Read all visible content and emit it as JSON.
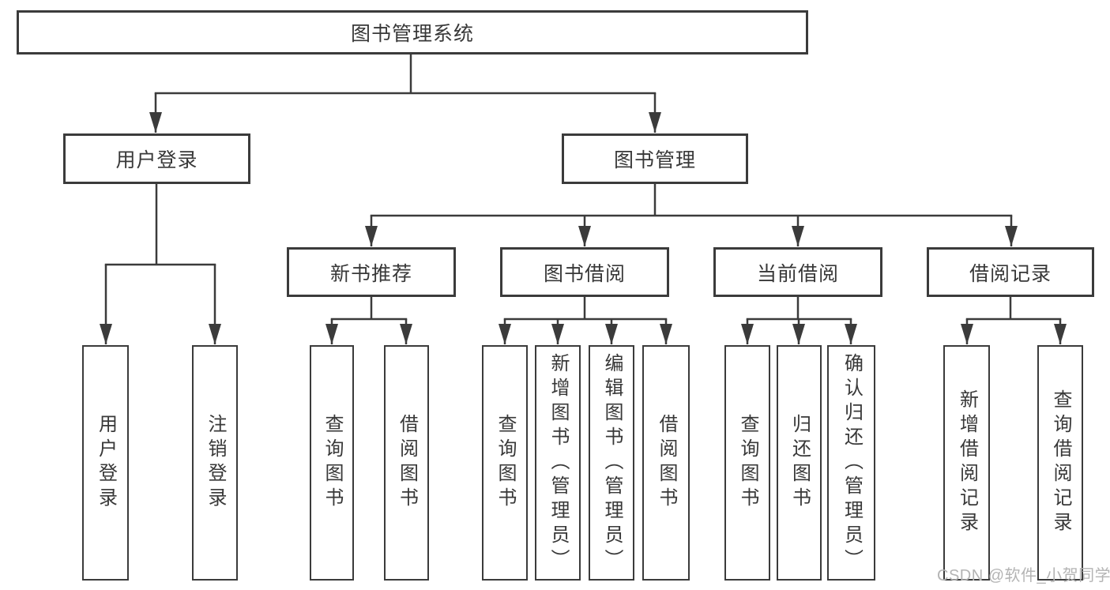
{
  "colors": {
    "line": "#3b3b3b",
    "text": "#383838",
    "box_background": "#ffffff",
    "watermark": "#b4b4b4",
    "page_background": "#ffffff"
  },
  "watermark": {
    "text": "CSDN @软件_小贺同学"
  },
  "tree": {
    "root": {
      "label": "图书管理系统"
    },
    "level2": [
      {
        "label": "用户登录",
        "parent": "图书管理系统"
      },
      {
        "label": "图书管理",
        "parent": "图书管理系统"
      }
    ],
    "level3": [
      {
        "label": "新书推荐",
        "parent": "图书管理"
      },
      {
        "label": "图书借阅",
        "parent": "图书管理"
      },
      {
        "label": "当前借阅",
        "parent": "图书管理"
      },
      {
        "label": "借阅记录",
        "parent": "图书管理"
      }
    ],
    "leaves": [
      {
        "label": "用户登录",
        "parent": "用户登录"
      },
      {
        "label": "注销登录",
        "parent": "用户登录"
      },
      {
        "label": "查询图书",
        "parent": "新书推荐"
      },
      {
        "label": "借阅图书",
        "parent": "新书推荐"
      },
      {
        "label": "查询图书",
        "parent": "图书借阅"
      },
      {
        "label": "新增图书（管理员）",
        "parent": "图书借阅"
      },
      {
        "label": "编辑图书（管理员）",
        "parent": "图书借阅"
      },
      {
        "label": "借阅图书",
        "parent": "图书借阅"
      },
      {
        "label": "查询图书",
        "parent": "当前借阅"
      },
      {
        "label": "归还图书",
        "parent": "当前借阅"
      },
      {
        "label": "确认归还（管理员）",
        "parent": "当前借阅"
      },
      {
        "label": "新增借阅记录",
        "parent": "借阅记录"
      },
      {
        "label": "查询借阅记录",
        "parent": "借阅记录"
      }
    ]
  }
}
